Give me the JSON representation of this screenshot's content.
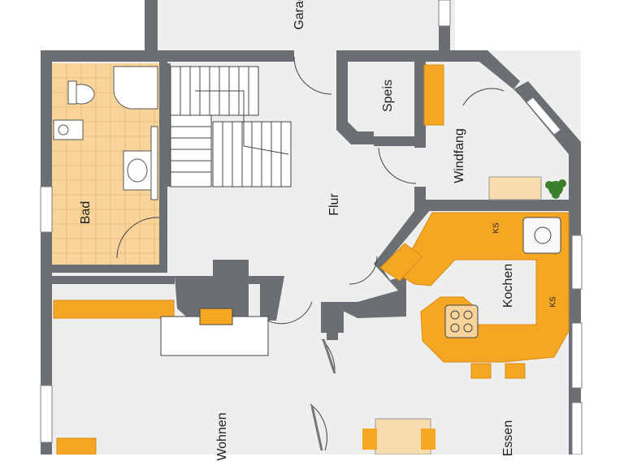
{
  "rooms": {
    "bad": "Bad",
    "flur": "Flur",
    "speis": "Speis",
    "windfang": "Windfang",
    "kochen": "Kochen",
    "wohnen": "Wohnen",
    "essen": "Essen",
    "garage": "Garage"
  },
  "appliances": {
    "ks_top": "KS",
    "ks_bottom": "KS"
  },
  "colors": {
    "wall": "#6b6e72",
    "floor": "#eeeeef",
    "tile": "#f8d49b",
    "counter": "#f5a623",
    "counter_dark": "#e08e12",
    "window": "#ffffff",
    "plant": "#3a7f2a"
  }
}
